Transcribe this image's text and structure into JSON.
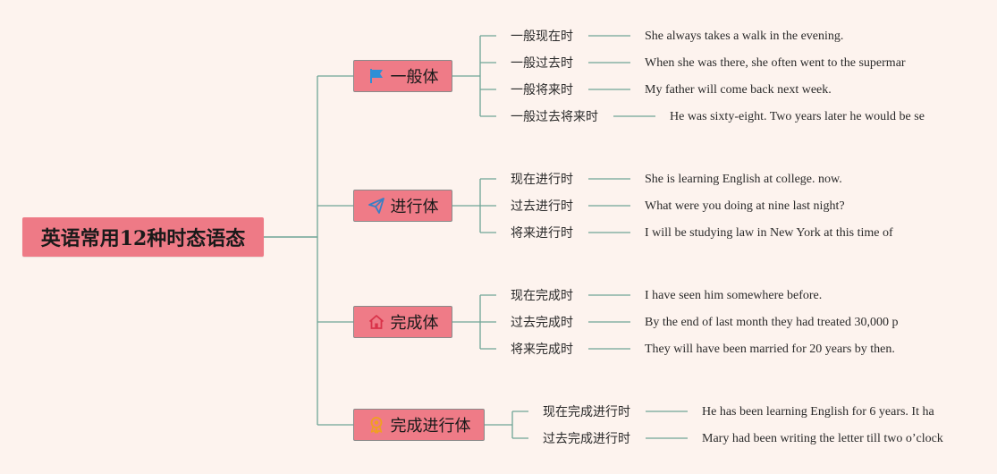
{
  "root": {
    "title": "英语常用12种时态语态"
  },
  "branches": [
    {
      "label": "一般体",
      "icon": "flag-icon",
      "tenses": [
        {
          "name": "一般现在时",
          "example": "She always takes a walk in the evening."
        },
        {
          "name": "一般过去时",
          "example": "When she was there, she often went to the supermar"
        },
        {
          "name": "一般将来时",
          "example": "My father will come back next week."
        },
        {
          "name": "一般过去将来时",
          "example": "He was sixty-eight. Two years later he would be se"
        }
      ]
    },
    {
      "label": "进行体",
      "icon": "paper-plane-icon",
      "tenses": [
        {
          "name": "现在进行时",
          "example": "She is learning English at college. now."
        },
        {
          "name": "过去进行时",
          "example": "What were you doing at nine last night?"
        },
        {
          "name": "将来进行时",
          "example": "I will be studying law in New York at this time of"
        }
      ]
    },
    {
      "label": "完成体",
      "icon": "house-icon",
      "tenses": [
        {
          "name": "现在完成时",
          "example": "I have seen him somewhere before."
        },
        {
          "name": "过去完成时",
          "example": "By the end of last month they had treated 30,000 p"
        },
        {
          "name": "将来完成时",
          "example": "They will have been married for 20 years by then."
        }
      ]
    },
    {
      "label": "完成进行体",
      "icon": "award-ribbon-icon",
      "tenses": [
        {
          "name": "现在完成进行时",
          "example": "He has been learning English for 6 years. It ha"
        },
        {
          "name": "过去完成进行时",
          "example": "Mary had been writing the letter till two o’clock"
        }
      ]
    }
  ],
  "colors": {
    "background": "#fdf3ee",
    "node_fill": "#ef7b87",
    "connector": "#6fa596",
    "flag_icon": "#2d8fd6",
    "plane_icon": "#3b7fc4",
    "house_icon": "#d9334a",
    "award_icon": "#f0a020"
  }
}
